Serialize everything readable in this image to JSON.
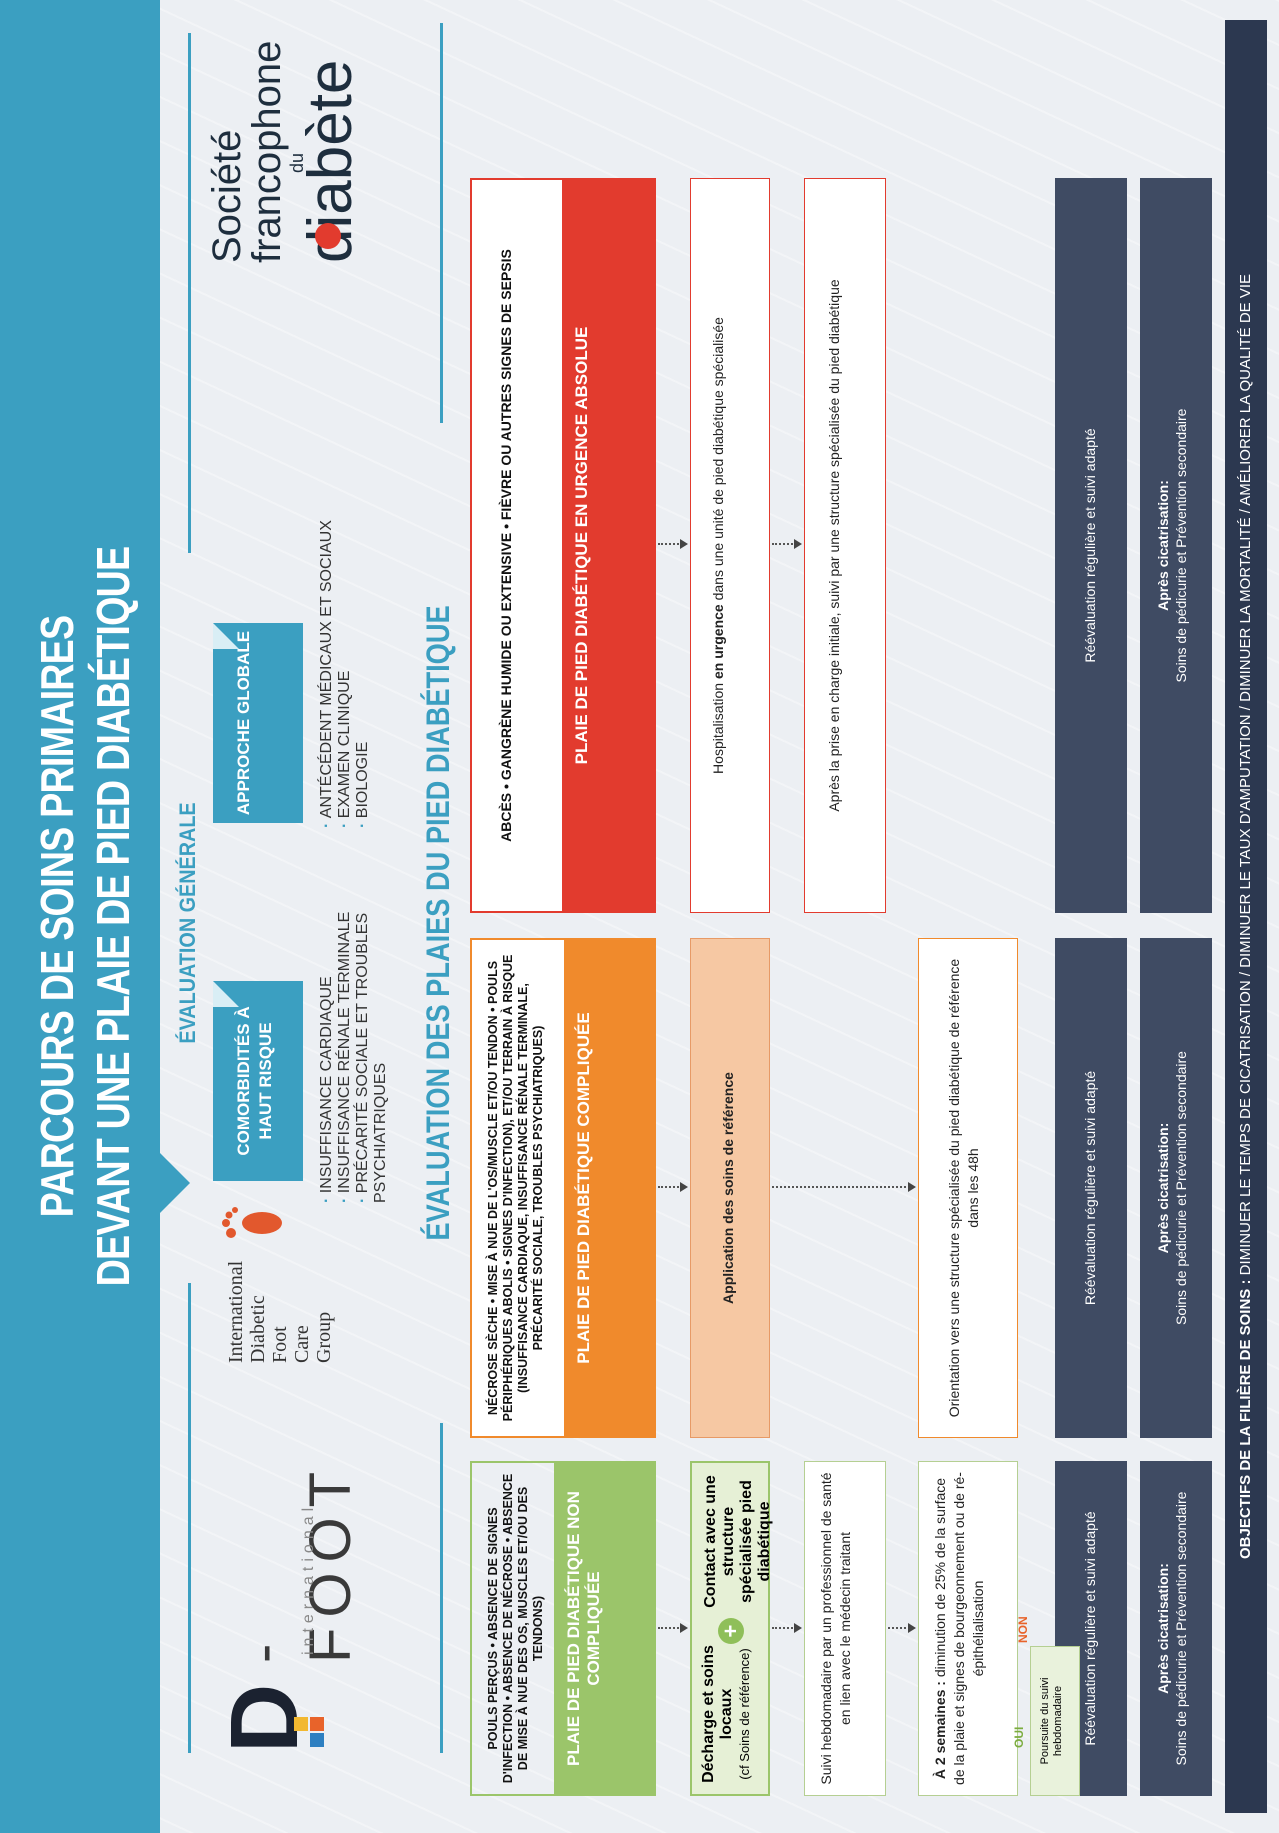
{
  "title": {
    "line1": "PARCOURS DE SOINS PRIMAIRES",
    "line2": "DEVANT UNE PLAIE DE PIED DIABÉTIQUE"
  },
  "logos": {
    "dfoot": {
      "letter": "D",
      "text": "- FOOT",
      "sub": "international"
    },
    "iwgdf": {
      "lines": [
        "International",
        "Diabetic",
        "Foot",
        "Care",
        "Group"
      ]
    },
    "sfd": {
      "line1": "Société",
      "line2": "francophone",
      "line3": "du",
      "line4": "diabète"
    }
  },
  "evaluation_generale": {
    "title": "ÉVALUATION GÉNÉRALE",
    "comorbidites": {
      "tag": "COMORBIDITÉS À HAUT RISQUE",
      "items": [
        "INSUFFISANCE CARDIAQUE",
        "INSUFFISANCE RÉNALE TERMINALE",
        "PRÉCARITÉ SOCIALE ET TROUBLES PSYCHIATRIQUES"
      ]
    },
    "approche": {
      "tag": "APPROCHE GLOBALE",
      "items": [
        "ANTÉCÉDENT MÉDICAUX ET SOCIAUX",
        "EXAMEN CLINIQUE",
        "BIOLOGIE"
      ]
    }
  },
  "evaluation_plaies": {
    "title": "ÉVALUATION DES PLAIES DU PIED DIABÉTIQUE"
  },
  "col_non_compliquee": {
    "criteria": "POULS PERÇUS • ABSENCE DE SIGNES D'INFECTION • ABSENCE DE NÉCROSE • ABSENCE DE MISE À NUE DES OS, MUSCLES ET/OU DES TENDONS)",
    "title": "PLAIE DE PIED DIABÉTIQUE NON COMPLIQUÉE",
    "decharge": "Décharge et soins locaux",
    "decharge_note": "(cf Soins de référence)",
    "plus": "+",
    "contact": "Contact avec une structure spécialisée pied diabétique",
    "suivi": "Suivi hebdomadaire par un professionnel de santé en lien avec le médecin traitant",
    "deux_semaines_bold": "À 2 semaines :",
    "deux_semaines": "diminution de 25% de la surface de la plaie et signes de bourgeonnement ou de ré-épithélialisation",
    "oui": "OUI",
    "non": "NON",
    "poursuite": "Poursuite du suivi hebdomadaire",
    "reevaluation": "Réévaluation régulière et suivi adapté",
    "apres_bold": "Après cicatrisation:",
    "apres": "Soins de pédicurie et Prévention secondaire"
  },
  "col_compliquee": {
    "criteria": "NÉCROSE SÈCHE • MISE À NUE DE L'OS/MUSCLE ET/OU TENDON • POULS PÉRIPHÉRIQUES ABOLIS • SIGNES D'INFECTION), ET/OU TERRAIN À RISQUE (INSUFFISANCE CARDIAQUE, INSUFFISANCE RÉNALE TERMINALE, PRÉCARITÉ SOCIALE, TROUBLES PSYCHIATRIQUES)",
    "title": "PLAIE DE PIED DIABÉTIQUE COMPLIQUÉE",
    "application": "Application des soins de référence",
    "orientation": "Orientation vers une structure spécialisée du pied diabétique de référence dans les 48h",
    "reevaluation": "Réévaluation régulière et suivi adapté",
    "apres_bold": "Après cicatrisation:",
    "apres": "Soins de pédicurie et Prévention secondaire"
  },
  "col_urgence": {
    "criteria": "ABCÈS • GANGRÈNE HUMIDE OU EXTENSIVE • FIÈVRE OU AUTRES SIGNES DE SEPSIS",
    "title": "PLAIE DE PIED DIABÉTIQUE EN URGENCE ABSOLUE",
    "hospitalisation_pre": "Hospitalisation",
    "hospitalisation_bold": "en urgence",
    "hospitalisation_post": "dans une unité de pied diabétique spécialisée",
    "apres_prise": "Après la prise en charge initiale, suivi par une structure spécialisée du pied diabétique",
    "reevaluation": "Réévaluation régulière et suivi adapté",
    "apres_bold": "Après cicatrisation:",
    "apres": "Soins de pédicurie et Prévention secondaire"
  },
  "objectives": {
    "label": "OBJECTIFS DE LA FILIÈRE DE SOINS :",
    "text": "DIMINUER LE TEMPS DE CICATRISATION / DIMINUER LE TAUX D'AMPUTATION / DIMINUER LA MORTALITÉ / AMÉLIORER LA QUALITÉ DE VIE"
  },
  "colors": {
    "blue": "#3b9fc1",
    "green": "#9bc56a",
    "orange": "#f08a2c",
    "red": "#e23b2e",
    "navy": "#3f4b63"
  }
}
